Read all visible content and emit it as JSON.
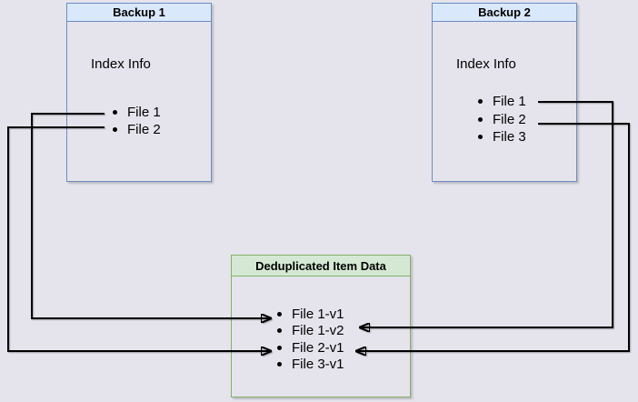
{
  "backup1": {
    "title": "Backup 1",
    "index_label": "Index Info",
    "items": [
      "File 1",
      "File 2"
    ]
  },
  "backup2": {
    "title": "Backup 2",
    "index_label": "Index Info",
    "items": [
      "File 1",
      "File 2",
      "File 3"
    ]
  },
  "dedup": {
    "title": "Deduplicated Item Data",
    "items": [
      "File 1-v1",
      "File 1-v2",
      "File 2-v1",
      "File 3-v1"
    ]
  },
  "colors": {
    "background": "#e5e4ec",
    "blue_fill": "#dae8fc",
    "blue_border": "#6c8ebf",
    "green_fill": "#d5e8d4",
    "green_border": "#82b366",
    "connector": "#000000"
  },
  "connections": [
    {
      "from": "Backup 1 / File 1",
      "to": "Deduplicated Item Data / File 1-v1"
    },
    {
      "from": "Backup 1 / File 2",
      "to": "Deduplicated Item Data / File 2-v1"
    },
    {
      "from": "Backup 2 / File 1",
      "to": "Deduplicated Item Data / File 1-v2"
    },
    {
      "from": "Backup 2 / File 2",
      "to": "Deduplicated Item Data / File 2-v1"
    }
  ]
}
